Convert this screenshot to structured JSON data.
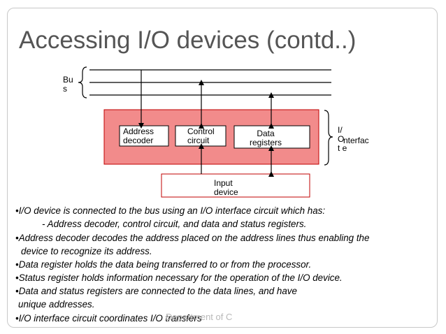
{
  "title": "Accessing I/O devices (contd..)",
  "diagram": {
    "bus_label": "Bu\ns",
    "interface_label": "I/\nO\nt e",
    "interface_label_overlap": "nterfac",
    "address_decoder": "Address\ndecoder",
    "control_circuit": "Control\ncircuit",
    "data_registers": "Data\nregisters",
    "input_device": "Input\ndevice",
    "colors": {
      "interface_fill": "#f28b8b",
      "interface_border": "#c00000",
      "box_fill": "#ffffff"
    }
  },
  "bullets": [
    "•I/O device is connected to the bus using an I/O interface circuit which has:",
    "- Address decoder, control circuit,  and data and status registers.",
    "•Address decoder decodes the address placed on the address lines thus enabling the",
    "device to recognize its address.",
    "•Data register holds the data being transferred to or from the processor.",
    "•Status register holds information  necessary for the operation of the I/O device.",
    "•Data and status registers are connected to the data lines, and have",
    "unique   addresses.",
    "•I/O interface circuit coordinates I/O transfers"
  ],
  "footer": "Department of C"
}
